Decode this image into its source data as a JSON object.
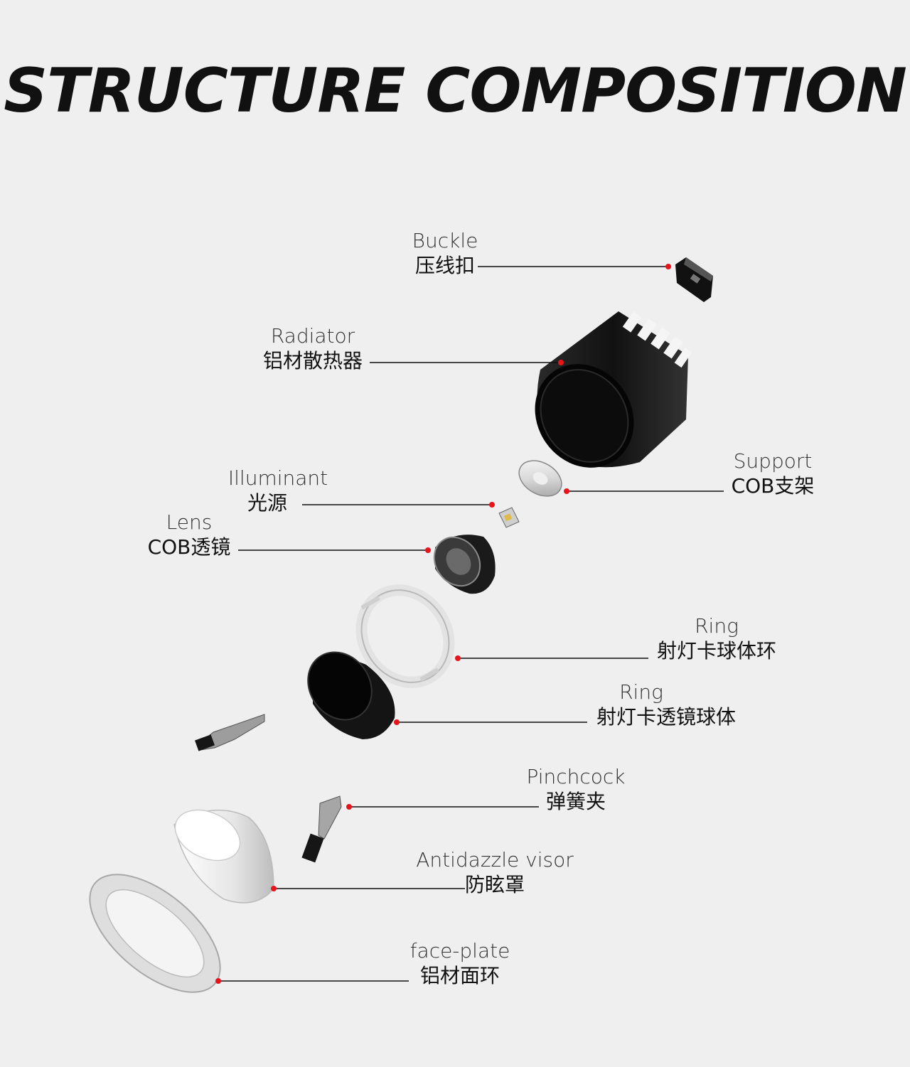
{
  "title": "STRUCTURE COMPOSITION",
  "accent_color": "#e8141c",
  "parts": [
    {
      "id": "buckle",
      "en": "Buckle",
      "zh": "压线扣"
    },
    {
      "id": "radiator",
      "en": "Radiator",
      "zh": "铝材散热器"
    },
    {
      "id": "support",
      "en": "Support",
      "zh": "COB支架"
    },
    {
      "id": "illuminant",
      "en": "Illuminant",
      "zh": "光源"
    },
    {
      "id": "lens",
      "en": "Lens",
      "zh": "COB透镜"
    },
    {
      "id": "ring1",
      "en": "Ring",
      "zh": "射灯卡球体环"
    },
    {
      "id": "ring2",
      "en": "Ring",
      "zh": "射灯卡透镜球体"
    },
    {
      "id": "pinchcock",
      "en": "Pinchcock",
      "zh": "弹簧夹"
    },
    {
      "id": "visor",
      "en": "Antidazzle visor",
      "zh": "防眩罩"
    },
    {
      "id": "faceplate",
      "en": "face-plate",
      "zh": "铝材面环"
    }
  ]
}
